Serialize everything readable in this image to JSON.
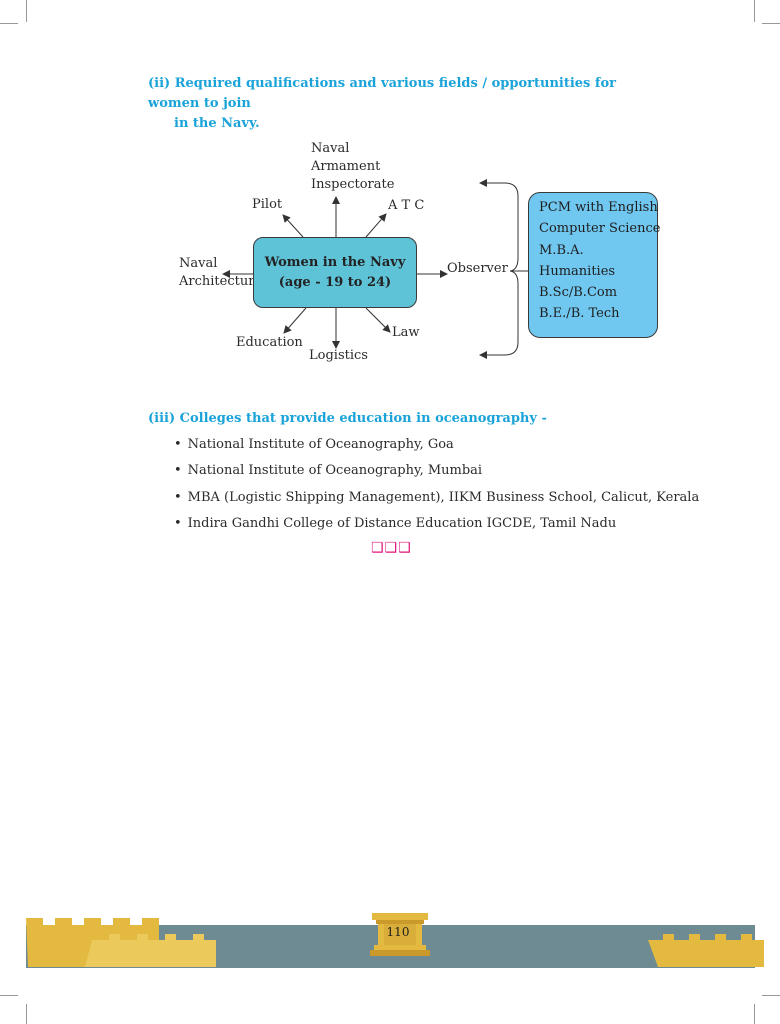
{
  "section_ii": {
    "line1": "(ii) Required qualifications and various fields / opportunities for women to join",
    "line2": "in  the  Navy."
  },
  "diagram": {
    "center_line1": "Women  in  the  Navy",
    "center_line2": "(age  -  19  to  24)",
    "fields": {
      "naval_armament_1": "Naval",
      "naval_armament_2": "Armament",
      "naval_armament_3": "Inspectorate",
      "pilot": "Pilot",
      "atc": "A T C",
      "naval_architecture_1": "Naval",
      "naval_architecture_2": "Architecture",
      "observer": "Observer",
      "education": "Education",
      "logistics": "Logistics",
      "law": "Law"
    },
    "qualifications": [
      "PCM with English",
      "Computer Science",
      "M.B.A.",
      "Humanities",
      "B.Sc/B.Com",
      "B.E./B. Tech"
    ]
  },
  "section_iii": {
    "heading": "(iii) Colleges  that  provide  education  in  oceanography  -",
    "colleges": [
      "National  Institute  of  Oceanography,  Goa",
      "National  Institute  of  Oceanography,  Mumbai",
      "MBA  (Logistic  Shipping  Management),  IIKM  Business  School,  Calicut,  Kerala",
      "Indira  Gandhi  College  of  Distance  Education  IGCDE,  Tamil  Nadu"
    ]
  },
  "end_marks": "❑❑❑",
  "footer": {
    "page_number": "110"
  },
  "colors": {
    "heading": "#1aa3d9",
    "center_box": "#5fc3d8",
    "qualification_box": "#70c7f0",
    "end_marks": "#e0157a",
    "footer_band": "#6e8a92",
    "footer_fort": "#e3b940"
  }
}
